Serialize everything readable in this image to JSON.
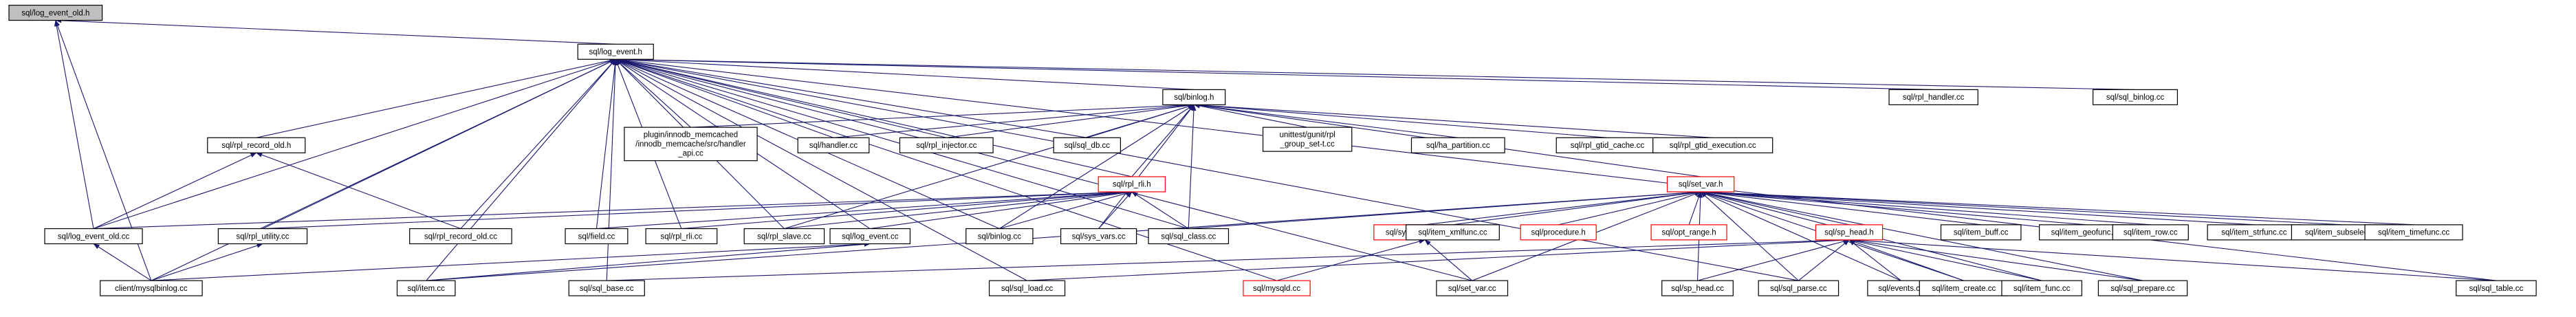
{
  "nodes": [
    {
      "id": "root",
      "lines": [
        "sql/log_event_old.h"
      ],
      "kind": "root"
    },
    {
      "id": "log_event_h",
      "lines": [
        "sql/log_event.h"
      ],
      "kind": "normal"
    },
    {
      "id": "binlog_h",
      "lines": [
        "sql/binlog.h"
      ],
      "kind": "normal"
    },
    {
      "id": "rpl_handler_cc",
      "lines": [
        "sql/rpl_handler.cc"
      ],
      "kind": "normal"
    },
    {
      "id": "sql_binlog_cc",
      "lines": [
        "sql/sql_binlog.cc"
      ],
      "kind": "normal"
    },
    {
      "id": "rpl_record_old_h",
      "lines": [
        "sql/rpl_record_old.h"
      ],
      "kind": "normal"
    },
    {
      "id": "memcached",
      "lines": [
        "plugin/innodb_memcached",
        "/innodb_memcache/src/handler",
        "_api.cc"
      ],
      "kind": "normal"
    },
    {
      "id": "handler_cc",
      "lines": [
        "sql/handler.cc"
      ],
      "kind": "normal"
    },
    {
      "id": "rpl_injector_cc",
      "lines": [
        "sql/rpl_injector.cc"
      ],
      "kind": "normal"
    },
    {
      "id": "sql_db_cc",
      "lines": [
        "sql/sql_db.cc"
      ],
      "kind": "normal"
    },
    {
      "id": "rpl_rli_h",
      "lines": [
        "sql/rpl_rli.h"
      ],
      "kind": "red"
    },
    {
      "id": "gunit",
      "lines": [
        "unittest/gunit/rpl",
        "_group_set-t.cc"
      ],
      "kind": "normal"
    },
    {
      "id": "ha_partition",
      "lines": [
        "sql/ha_partition.cc"
      ],
      "kind": "normal"
    },
    {
      "id": "rpl_gtid_cache",
      "lines": [
        "sql/rpl_gtid_cache.cc"
      ],
      "kind": "normal"
    },
    {
      "id": "rpl_gtid_execution",
      "lines": [
        "sql/rpl_gtid_execution.cc"
      ],
      "kind": "normal"
    },
    {
      "id": "set_var_h",
      "lines": [
        "sql/set_var.h"
      ],
      "kind": "red"
    },
    {
      "id": "log_event_old_cc",
      "lines": [
        "sql/log_event_old.cc"
      ],
      "kind": "normal"
    },
    {
      "id": "rpl_utility_cc",
      "lines": [
        "sql/rpl_utility.cc"
      ],
      "kind": "normal"
    },
    {
      "id": "rpl_record_old_cc",
      "lines": [
        "sql/rpl_record_old.cc"
      ],
      "kind": "normal"
    },
    {
      "id": "field_cc",
      "lines": [
        "sql/field.cc"
      ],
      "kind": "normal"
    },
    {
      "id": "rpl_rli_cc",
      "lines": [
        "sql/rpl_rli.cc"
      ],
      "kind": "normal"
    },
    {
      "id": "rpl_slave_cc",
      "lines": [
        "sql/rpl_slave.cc"
      ],
      "kind": "normal"
    },
    {
      "id": "log_event_cc",
      "lines": [
        "sql/log_event.cc"
      ],
      "kind": "normal"
    },
    {
      "id": "binlog_cc",
      "lines": [
        "sql/binlog.cc"
      ],
      "kind": "normal"
    },
    {
      "id": "sys_vars_cc",
      "lines": [
        "sql/sys_vars.cc"
      ],
      "kind": "normal"
    },
    {
      "id": "sql_class_cc",
      "lines": [
        "sql/sql_class.cc"
      ],
      "kind": "normal"
    },
    {
      "id": "sys_vars_shared_h",
      "lines": [
        "sql/sys_vars_shared.h"
      ],
      "kind": "red"
    },
    {
      "id": "item_xmlfunc",
      "lines": [
        "sql/item_xmlfunc.cc"
      ],
      "kind": "normal"
    },
    {
      "id": "procedure_h",
      "lines": [
        "sql/procedure.h"
      ],
      "kind": "red"
    },
    {
      "id": "opt_range_h",
      "lines": [
        "sql/opt_range.h"
      ],
      "kind": "red"
    },
    {
      "id": "sp_head_h",
      "lines": [
        "sql/sp_head.h"
      ],
      "kind": "red"
    },
    {
      "id": "item_buff",
      "lines": [
        "sql/item_buff.cc"
      ],
      "kind": "normal"
    },
    {
      "id": "item_geofunc",
      "lines": [
        "sql/item_geofunc.cc"
      ],
      "kind": "normal"
    },
    {
      "id": "item_row",
      "lines": [
        "sql/item_row.cc"
      ],
      "kind": "normal"
    },
    {
      "id": "item_strfunc",
      "lines": [
        "sql/item_strfunc.cc"
      ],
      "kind": "normal"
    },
    {
      "id": "item_subselect",
      "lines": [
        "sql/item_subselect.cc"
      ],
      "kind": "normal"
    },
    {
      "id": "item_timefunc",
      "lines": [
        "sql/item_timefunc.cc"
      ],
      "kind": "normal"
    },
    {
      "id": "mysqlbinlog",
      "lines": [
        "client/mysqlbinlog.cc"
      ],
      "kind": "normal"
    },
    {
      "id": "item_cc",
      "lines": [
        "sql/item.cc"
      ],
      "kind": "normal"
    },
    {
      "id": "sql_base_cc",
      "lines": [
        "sql/sql_base.cc"
      ],
      "kind": "normal"
    },
    {
      "id": "sql_load_cc",
      "lines": [
        "sql/sql_load.cc"
      ],
      "kind": "normal"
    },
    {
      "id": "mysqld_cc",
      "lines": [
        "sql/mysqld.cc"
      ],
      "kind": "red"
    },
    {
      "id": "set_var_cc",
      "lines": [
        "sql/set_var.cc"
      ],
      "kind": "normal"
    },
    {
      "id": "sp_head_cc",
      "lines": [
        "sql/sp_head.cc"
      ],
      "kind": "normal"
    },
    {
      "id": "sql_parse_cc",
      "lines": [
        "sql/sql_parse.cc"
      ],
      "kind": "normal"
    },
    {
      "id": "events_cc",
      "lines": [
        "sql/events.cc"
      ],
      "kind": "normal"
    },
    {
      "id": "item_create_cc",
      "lines": [
        "sql/item_create.cc"
      ],
      "kind": "normal"
    },
    {
      "id": "item_func_cc",
      "lines": [
        "sql/item_func.cc"
      ],
      "kind": "normal"
    },
    {
      "id": "sql_prepare_cc",
      "lines": [
        "sql/sql_prepare.cc"
      ],
      "kind": "normal"
    },
    {
      "id": "sql_table_cc",
      "lines": [
        "sql/sql_table.cc"
      ],
      "kind": "normal"
    }
  ],
  "edges": [
    [
      "log_event_h",
      "root"
    ],
    [
      "log_event_old_cc",
      "root"
    ],
    [
      "mysqlbinlog",
      "root"
    ],
    [
      "binlog_h",
      "log_event_h"
    ],
    [
      "rpl_handler_cc",
      "log_event_h"
    ],
    [
      "sql_binlog_cc",
      "log_event_h"
    ],
    [
      "rpl_record_old_h",
      "log_event_h"
    ],
    [
      "memcached",
      "log_event_h"
    ],
    [
      "handler_cc",
      "log_event_h"
    ],
    [
      "rpl_injector_cc",
      "log_event_h"
    ],
    [
      "sql_db_cc",
      "log_event_h"
    ],
    [
      "rpl_rli_h",
      "log_event_h"
    ],
    [
      "log_event_old_cc",
      "log_event_h"
    ],
    [
      "rpl_utility_cc",
      "log_event_h"
    ],
    [
      "rpl_record_old_cc",
      "log_event_h"
    ],
    [
      "field_cc",
      "log_event_h"
    ],
    [
      "rpl_rli_cc",
      "log_event_h"
    ],
    [
      "rpl_slave_cc",
      "log_event_h"
    ],
    [
      "log_event_cc",
      "log_event_h"
    ],
    [
      "mysqlbinlog",
      "log_event_h"
    ],
    [
      "item_cc",
      "log_event_h"
    ],
    [
      "sql_base_cc",
      "log_event_h"
    ],
    [
      "sql_load_cc",
      "log_event_h"
    ],
    [
      "mysqld_cc",
      "log_event_h"
    ],
    [
      "set_var_cc",
      "log_event_h"
    ],
    [
      "sql_parse_cc",
      "log_event_h"
    ],
    [
      "sql_table_cc",
      "log_event_h"
    ],
    [
      "binlog_cc",
      "log_event_h"
    ],
    [
      "sql_class_cc",
      "log_event_h"
    ],
    [
      "memcached",
      "binlog_h"
    ],
    [
      "handler_cc",
      "binlog_h"
    ],
    [
      "rpl_injector_cc",
      "binlog_h"
    ],
    [
      "sql_db_cc",
      "binlog_h"
    ],
    [
      "rpl_rli_h",
      "binlog_h"
    ],
    [
      "gunit",
      "binlog_h"
    ],
    [
      "ha_partition",
      "binlog_h"
    ],
    [
      "rpl_gtid_cache",
      "binlog_h"
    ],
    [
      "rpl_gtid_execution",
      "binlog_h"
    ],
    [
      "set_var_h",
      "binlog_h"
    ],
    [
      "binlog_cc",
      "binlog_h"
    ],
    [
      "sys_vars_cc",
      "binlog_h"
    ],
    [
      "sql_class_cc",
      "binlog_h"
    ],
    [
      "rpl_slave_cc",
      "binlog_h"
    ],
    [
      "log_event_old_cc",
      "rpl_record_old_h"
    ],
    [
      "rpl_record_old_cc",
      "rpl_record_old_h"
    ],
    [
      "log_event_old_cc",
      "rpl_rli_h"
    ],
    [
      "rpl_utility_cc",
      "rpl_rli_h"
    ],
    [
      "field_cc",
      "rpl_rli_h"
    ],
    [
      "rpl_rli_cc",
      "rpl_rli_h"
    ],
    [
      "rpl_slave_cc",
      "rpl_rli_h"
    ],
    [
      "log_event_cc",
      "rpl_rli_h"
    ],
    [
      "binlog_cc",
      "rpl_rli_h"
    ],
    [
      "sys_vars_cc",
      "rpl_rli_h"
    ],
    [
      "sql_class_cc",
      "rpl_rli_h"
    ],
    [
      "sql_class_cc",
      "set_var_h"
    ],
    [
      "sys_vars_shared_h",
      "set_var_h"
    ],
    [
      "item_xmlfunc",
      "set_var_h"
    ],
    [
      "procedure_h",
      "set_var_h"
    ],
    [
      "opt_range_h",
      "set_var_h"
    ],
    [
      "sp_head_h",
      "set_var_h"
    ],
    [
      "item_buff",
      "set_var_h"
    ],
    [
      "item_geofunc",
      "set_var_h"
    ],
    [
      "item_row",
      "set_var_h"
    ],
    [
      "item_strfunc",
      "set_var_h"
    ],
    [
      "item_subselect",
      "set_var_h"
    ],
    [
      "item_timefunc",
      "set_var_h"
    ],
    [
      "set_var_cc",
      "set_var_h"
    ],
    [
      "sp_head_cc",
      "set_var_h"
    ],
    [
      "sql_parse_cc",
      "set_var_h"
    ],
    [
      "events_cc",
      "set_var_h"
    ],
    [
      "item_create_cc",
      "set_var_h"
    ],
    [
      "item_func_cc",
      "set_var_h"
    ],
    [
      "sql_prepare_cc",
      "set_var_h"
    ],
    [
      "item_cc",
      "set_var_h"
    ],
    [
      "mysqld_cc",
      "sys_vars_shared_h"
    ],
    [
      "set_var_cc",
      "sys_vars_shared_h"
    ],
    [
      "sp_head_cc",
      "sp_head_h"
    ],
    [
      "sql_parse_cc",
      "sp_head_h"
    ],
    [
      "events_cc",
      "sp_head_h"
    ],
    [
      "item_create_cc",
      "sp_head_h"
    ],
    [
      "item_func_cc",
      "sp_head_h"
    ],
    [
      "sql_prepare_cc",
      "sp_head_h"
    ],
    [
      "sql_table_cc",
      "sp_head_h"
    ],
    [
      "sql_base_cc",
      "sp_head_h"
    ],
    [
      "sql_load_cc",
      "sp_head_h"
    ],
    [
      "mysqlbinlog",
      "log_event_old_cc"
    ],
    [
      "mysqlbinlog",
      "rpl_utility_cc"
    ],
    [
      "mysqlbinlog",
      "log_event_cc"
    ],
    [
      "item_cc",
      "log_event_cc"
    ]
  ]
}
